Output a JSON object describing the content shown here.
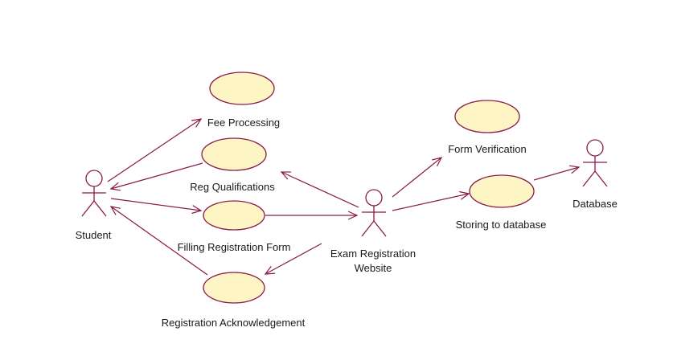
{
  "diagram": {
    "actors": {
      "student": "Student",
      "website_line1": "Exam Registration",
      "website_line2": "Website",
      "database": "Database"
    },
    "use_cases": {
      "fee_processing": "Fee Processing",
      "reg_qualifications": "Reg Qualifications",
      "filling_form": "Filling Registration Form",
      "acknowledgement": "Registration Acknowledgement",
      "form_verification": "Form Verification",
      "storing": "Storing to database"
    },
    "colors": {
      "use_case_fill": "#fdf5c4",
      "line": "#8a1a4a"
    }
  }
}
